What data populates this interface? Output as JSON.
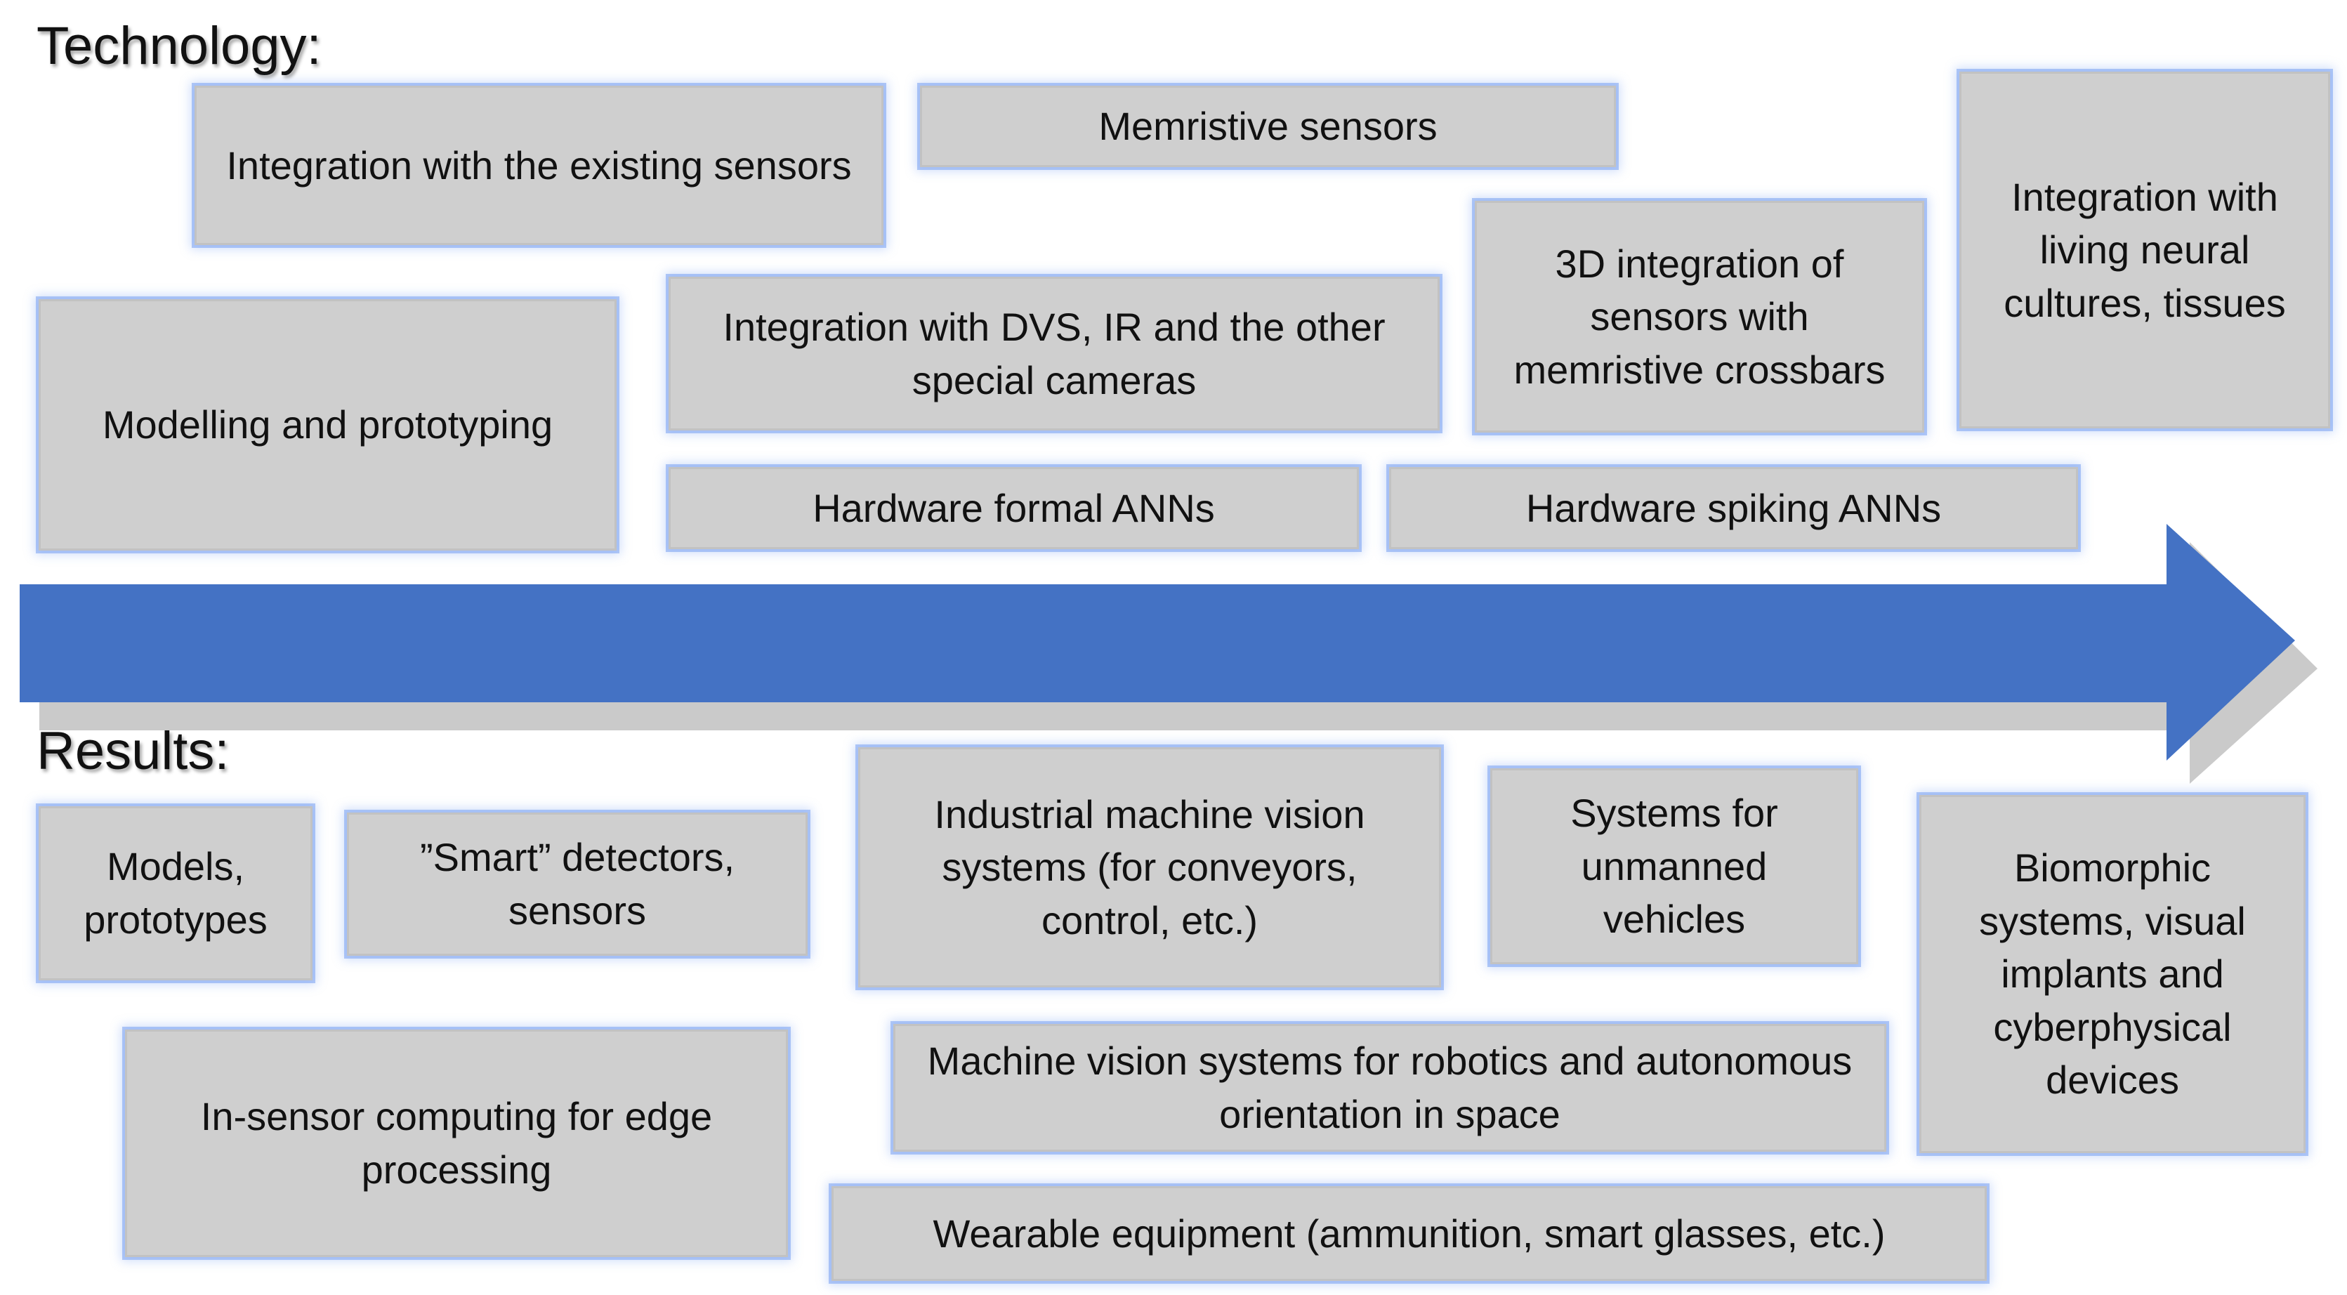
{
  "accent_color": "#4472c4",
  "box_color": "#cfcfcf",
  "technology": {
    "heading": "Technology:",
    "items": [
      "Integration with the existing sensors",
      "Memristive sensors",
      "Integration with living neural cultures, tissues",
      "Modelling and prototyping",
      "Integration with DVS, IR and the other special cameras",
      "3D integration of sensors with memristive crossbars",
      "Hardware formal ANNs",
      "Hardware spiking ANNs"
    ]
  },
  "results": {
    "heading": "Results:",
    "items": [
      "Models, prototypes",
      "”Smart” detectors, sensors",
      "Industrial machine vision systems (for conveyors, control, etc.)",
      "Systems for unmanned vehicles",
      "Biomorphic systems, visual implants and cyberphysical devices",
      "In-sensor computing for edge processing",
      "Machine vision systems for robotics and autonomous orientation in space",
      "Wearable equipment (ammunition, smart glasses, etc.)"
    ]
  }
}
